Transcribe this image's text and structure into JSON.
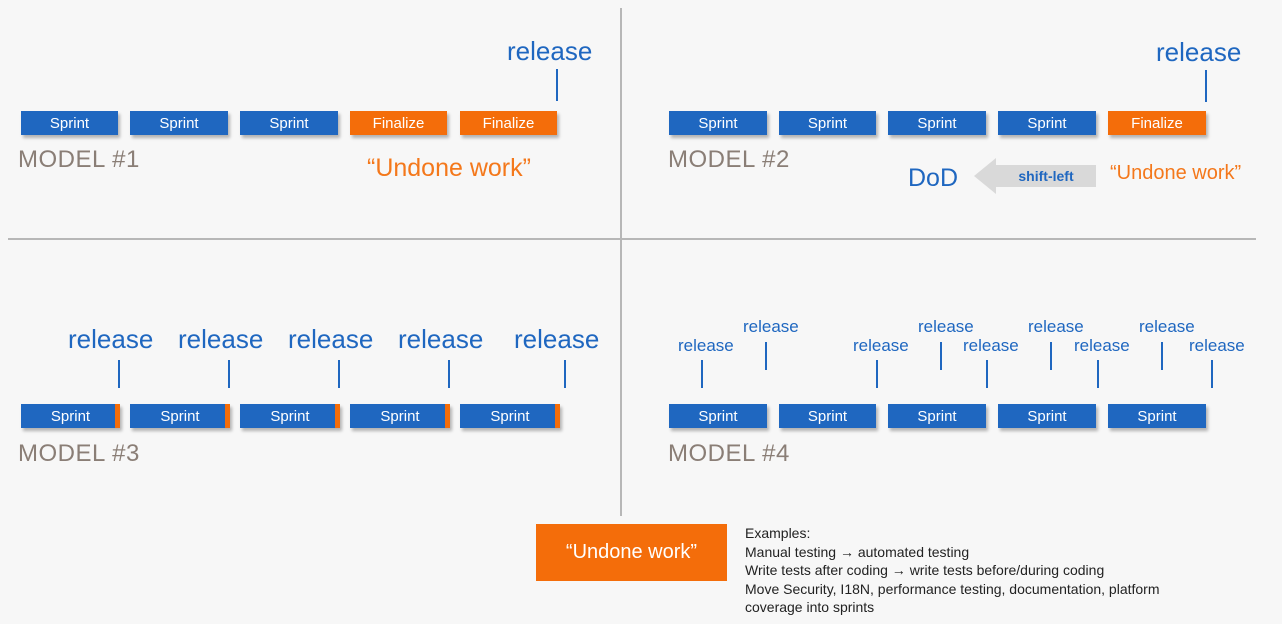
{
  "labels": {
    "release": "release",
    "sprint": "Sprint",
    "finalize": "Finalize",
    "undone_work": "“Undone work”",
    "dod": "DoD",
    "shift_left": "shift-left"
  },
  "models": {
    "m1": "MODEL #1",
    "m2": "MODEL #2",
    "m3": "MODEL #3",
    "m4": "MODEL #4"
  },
  "examples": {
    "heading": "Examples:",
    "lines": [
      "Manual testing → automated testing",
      "Write tests after coding → write tests before/during coding",
      "Move Security, I18N, performance testing, documentation, platform",
      "coverage into sprints"
    ]
  },
  "colors": {
    "sprint_blue": "#1f67c0",
    "finalize_orange": "#f46d0a",
    "model_gray": "#8a7e76",
    "arrow_gray": "#d9d9d9"
  }
}
